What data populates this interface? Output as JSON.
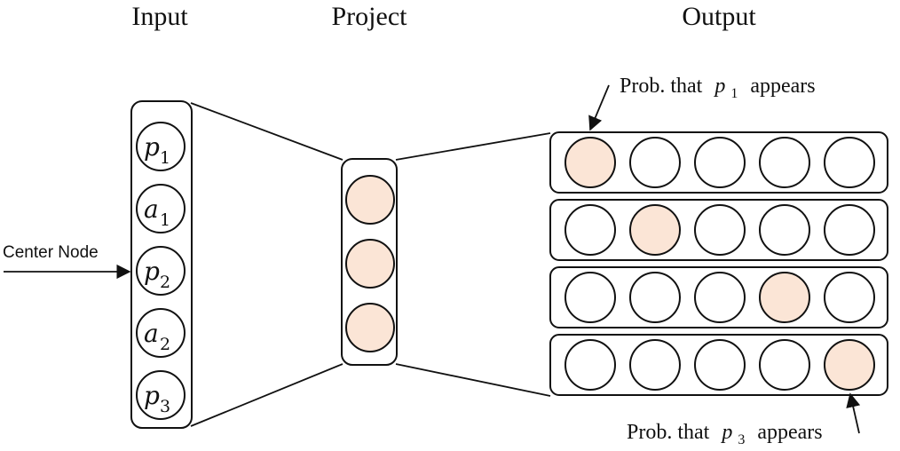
{
  "headings": {
    "input": "Input",
    "project": "Project",
    "output": "Output"
  },
  "center_node_label": "Center Node",
  "input_nodes": [
    {
      "var": "p",
      "sub": "1"
    },
    {
      "var": "a",
      "sub": "1"
    },
    {
      "var": "p",
      "sub": "2"
    },
    {
      "var": "a",
      "sub": "2"
    },
    {
      "var": "p",
      "sub": "3"
    }
  ],
  "project_node_count": 3,
  "output_rows": [
    {
      "highlight_index": 0
    },
    {
      "highlight_index": 1
    },
    {
      "highlight_index": 3
    },
    {
      "highlight_index": 4
    }
  ],
  "output_nodes_per_row": 5,
  "annotations": {
    "top": {
      "prefix": "Prob. that",
      "var": "p",
      "sub": "1",
      "suffix": "appears"
    },
    "bottom": {
      "prefix": "Prob. that",
      "var": "p",
      "sub": "3",
      "suffix": "appears"
    }
  },
  "colors": {
    "highlight_fill": "#fbe5d6",
    "stroke": "#111111",
    "plain_fill": "#ffffff"
  }
}
